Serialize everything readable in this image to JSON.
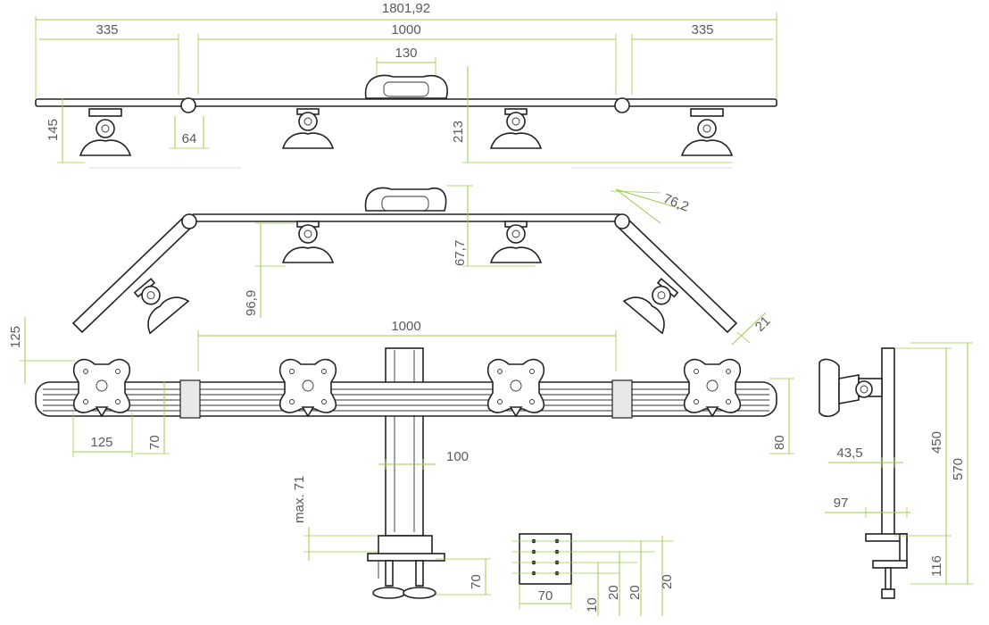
{
  "colors": {
    "dimension": "#9ccc4a",
    "outline": "#222222",
    "text": "#5a5a5a"
  },
  "dimensions": {
    "total_width": "1801,92",
    "left_wing": "335",
    "center_bar": "1000",
    "right_wing": "335",
    "clamp_width": "130",
    "mount_height": "145",
    "joint": "64",
    "top_depth": "213",
    "angle_offset": "76,2",
    "center_offset": "67,7",
    "wing_offset": "96,9",
    "rail_thickness": "21",
    "front_spacing": "1000",
    "vesa_width": "125",
    "vesa_height": "70",
    "rail_height": "80",
    "pole_width": "100",
    "max_desk": "max. 71",
    "clamp_depth": "70",
    "plate_width": "70",
    "hole_10": "10",
    "hole_20a": "20",
    "hole_20b": "20",
    "hole_20c": "20",
    "side_pole_height": "450",
    "side_total_height": "570",
    "side_depth": "43,5",
    "side_arm": "97",
    "side_clamp": "116"
  }
}
